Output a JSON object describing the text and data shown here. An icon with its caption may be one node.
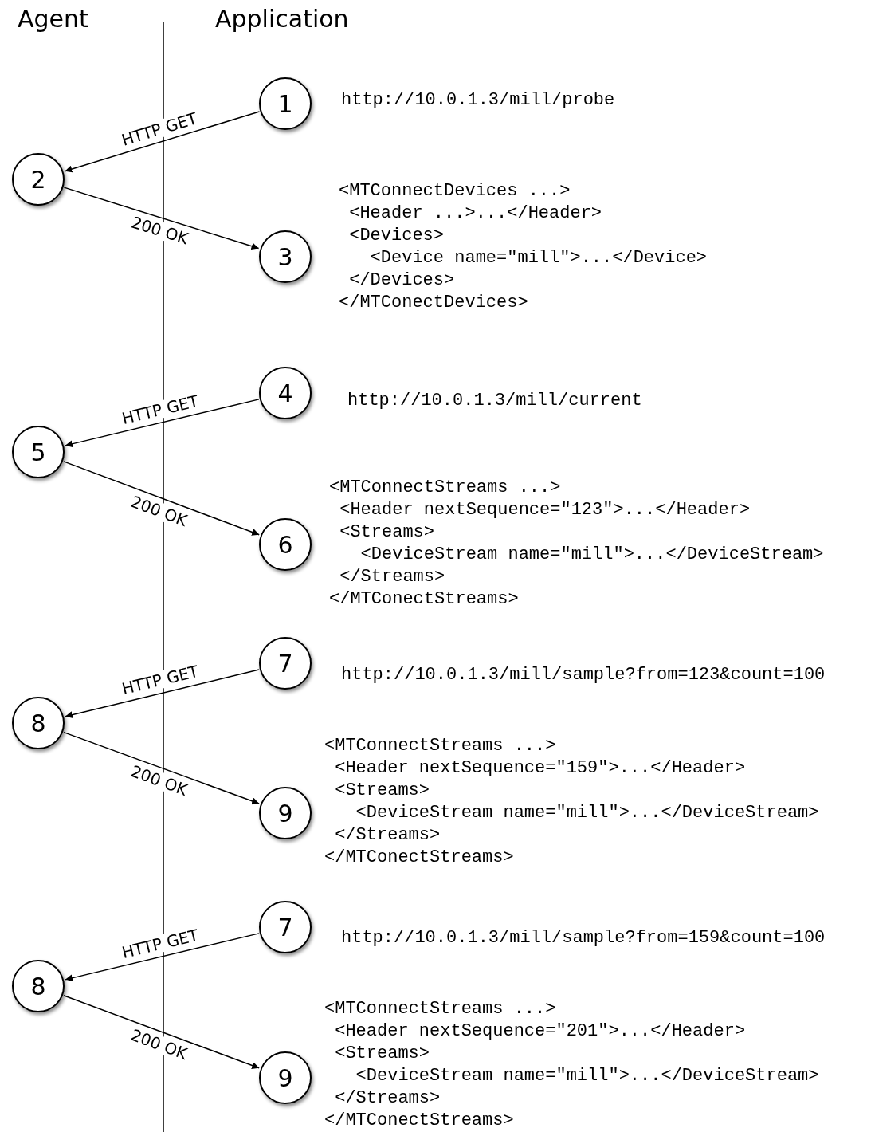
{
  "diagram": {
    "nodes": [
      {
        "text": [
          "1"
        ],
        "beside": [
          "http://10.0.1.3/mill/probe"
        ]
      },
      {
        "text": [
          "2"
        ]
      },
      {
        "text": [
          "3"
        ],
        "beside": [
          "<MTConnectDevices ...>",
          " <Header ...>...</Header>",
          " <Devices>",
          "   <Device name=\"mill\">...</Device>",
          " </Devices>",
          "</MTConectDevices>"
        ]
      },
      {
        "text": [
          "4"
        ],
        "beside": [
          "http://10.0.1.3/mill/current"
        ]
      },
      {
        "text": [
          "5"
        ]
      },
      {
        "text": [
          "6"
        ],
        "beside": [
          "<MTConnectStreams ...>",
          " <Header nextSequence=\"123\">...</Header>",
          " <Streams>",
          "   <DeviceStream name=\"mill\">...</DeviceStream>",
          " </Streams>",
          "</MTConectStreams>"
        ]
      },
      {
        "text": [
          "7"
        ],
        "beside": [
          "http://10.0.1.3/mill/sample?from=123&count=100"
        ]
      },
      {
        "text": [
          "8"
        ]
      },
      {
        "text": [
          "9"
        ],
        "beside": [
          "<MTConnectStreams ...>",
          " <Header nextSequence=\"159\">...</Header>",
          " <Streams>",
          "   <DeviceStream name=\"mill\">...</DeviceStream>",
          " </Streams>",
          "</MTConectStreams>"
        ]
      },
      {
        "text": [
          "7"
        ],
        "beside": [
          "http://10.0.1.3/mill/sample?from=159&count=100"
        ]
      },
      {
        "text": [
          "8"
        ]
      },
      {
        "text": [
          "9"
        ],
        "beside": [
          "<MTConnectStreams ...>",
          " <Header nextSequence=\"201\">...</Header>",
          " <Streams>",
          "   <DeviceStream name=\"mill\">...</DeviceStream>",
          " </Streams>",
          "</MTConectStreams>"
        ]
      }
    ],
    "edges": [
      {
        "from": 0,
        "to": 1,
        "arrow": "to",
        "label": "HTTP GET"
      },
      {
        "from": 1,
        "to": 2,
        "arrow": "to",
        "label": "200 OK"
      },
      {
        "from": 3,
        "to": 4,
        "arrow": "to",
        "label": "HTTP GET"
      },
      {
        "from": 4,
        "to": 5,
        "arrow": "to",
        "label": "200 OK"
      },
      {
        "from": 6,
        "to": 7,
        "arrow": "to",
        "label": "HTTP GET"
      },
      {
        "from": 7,
        "to": 8,
        "arrow": "to",
        "label": "200 OK"
      },
      {
        "from": 9,
        "to": 10,
        "arrow": "to",
        "label": "HTTP GET"
      },
      {
        "from": 10,
        "to": 11,
        "arrow": "to",
        "label": "200 OK"
      }
    ],
    "labels": [
      "Agent",
      "Application"
    ]
  }
}
